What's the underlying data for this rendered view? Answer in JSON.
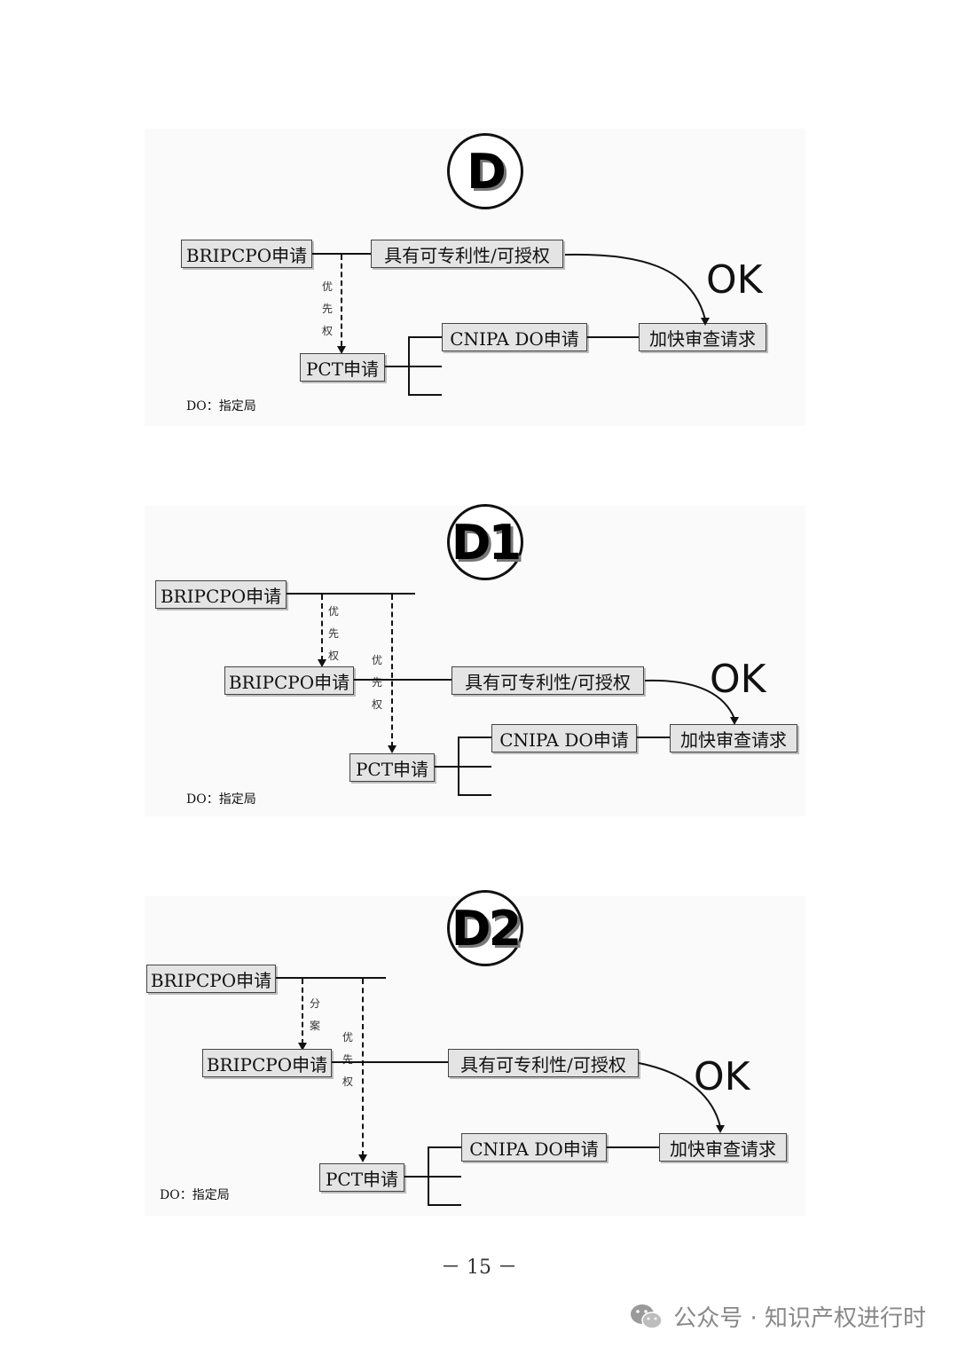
{
  "diagrams": [
    {
      "badge": "D",
      "boxes": {
        "bripcpo": "BRIPCPO申请",
        "patentable": "具有可专利性/可授权",
        "cnipa": "CNIPA DO申请",
        "expedite": "加快审查请求",
        "pct": "PCT申请"
      },
      "labels": {
        "priority": "优先权"
      },
      "ok": "OK",
      "note": "DO：指定局"
    },
    {
      "badge": "D1",
      "boxes": {
        "bripcpo_first": "BRIPCPO申请",
        "bripcpo_second": "BRIPCPO申请",
        "patentable": "具有可专利性/可授权",
        "cnipa": "CNIPA DO申请",
        "expedite": "加快审查请求",
        "pct": "PCT申请"
      },
      "labels": {
        "priority_a": "优先权",
        "priority_b": "优先权"
      },
      "ok": "OK",
      "note": "DO：指定局"
    },
    {
      "badge": "D2",
      "boxes": {
        "bripcpo_first": "BRIPCPO申请",
        "bripcpo_second": "BRIPCPO申请",
        "patentable": "具有可专利性/可授权",
        "cnipa": "CNIPA DO申请",
        "expedite": "加快审查请求",
        "pct": "PCT申请"
      },
      "labels": {
        "divisional": "分案",
        "priority": "优先权"
      },
      "ok": "OK",
      "note": "DO：指定局"
    }
  ],
  "page_number": "－ 15 －",
  "footer": {
    "text": "公众号 · 知识产权进行时",
    "icon": "wechat-icon"
  }
}
